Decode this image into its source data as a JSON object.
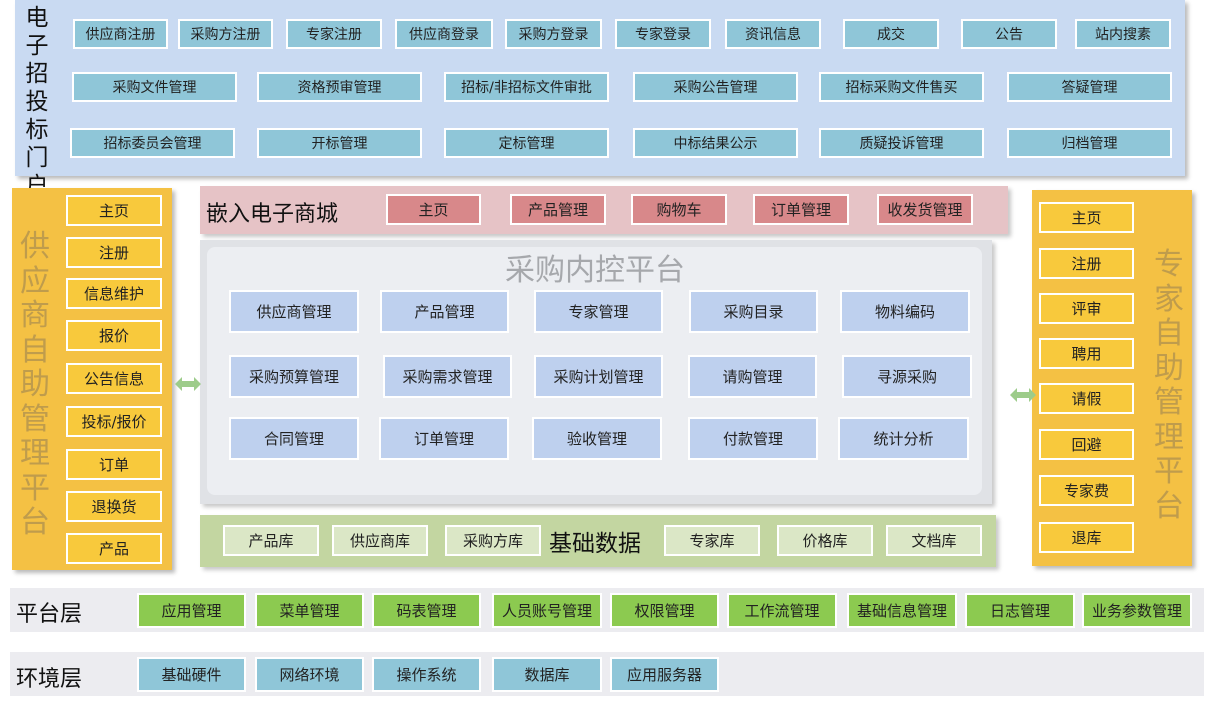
{
  "portal": {
    "title": "电子招投标门户",
    "row1": [
      "供应商注册",
      "采购方注册",
      "专家注册",
      "供应商登录",
      "采购方登录",
      "专家登录",
      "资讯信息",
      "成交",
      "公告",
      "站内搜素"
    ],
    "row2": [
      "采购文件管理",
      "资格预审管理",
      "招标/非招标文件审批",
      "采购公告管理",
      "招标采购文件售买",
      "答疑管理"
    ],
    "row3": [
      "招标委员会管理",
      "开标管理",
      "定标管理",
      "中标结果公示",
      "质疑投诉管理",
      "归档管理"
    ]
  },
  "supplier": {
    "title": "供应商自助管理平台",
    "items": [
      "主页",
      "注册",
      "信息维护",
      "报价",
      "公告信息",
      "投标/报价",
      "订单",
      "退换货",
      "产品"
    ]
  },
  "mall": {
    "title": "嵌入电子商城",
    "items": [
      "主页",
      "产品管理",
      "购物车",
      "订单管理",
      "收发货管理"
    ]
  },
  "internal": {
    "title": "采购内控平台",
    "row1": [
      "供应商管理",
      "产品管理",
      "专家管理",
      "采购目录",
      "物料编码"
    ],
    "row2": [
      "采购预算管理",
      "采购需求管理",
      "采购计划管理",
      "请购管理",
      "寻源采购"
    ],
    "row3": [
      "合同管理",
      "订单管理",
      "验收管理",
      "付款管理",
      "统计分析"
    ]
  },
  "base": {
    "title": "基础数据",
    "left": [
      "产品库",
      "供应商库",
      "采购方库"
    ],
    "right": [
      "专家库",
      "价格库",
      "文档库"
    ]
  },
  "expert": {
    "title": "专家自助管理平台",
    "items": [
      "主页",
      "注册",
      "评审",
      "聘用",
      "请假",
      "回避",
      "专家费",
      "退库"
    ]
  },
  "platform": {
    "title": "平台层",
    "items": [
      "应用管理",
      "菜单管理",
      "码表管理",
      "人员账号管理",
      "权限管理",
      "工作流管理",
      "基础信息管理",
      "日志管理",
      "业务参数管理"
    ]
  },
  "environment": {
    "title": "环境层",
    "items": [
      "基础硬件",
      "网络环境",
      "操作系统",
      "数据库",
      "应用服务器"
    ]
  },
  "colors": {
    "portal_bg": "#c9daf2",
    "portal_btn": "#8fc6d8",
    "side_panel": "#f4c144",
    "mall_btn": "#d8888a",
    "internal_btn": "#bed0ee",
    "base_bg": "#c3d6a1",
    "platform_btn": "#8cca50",
    "arrow": "#9dcc8a"
  }
}
